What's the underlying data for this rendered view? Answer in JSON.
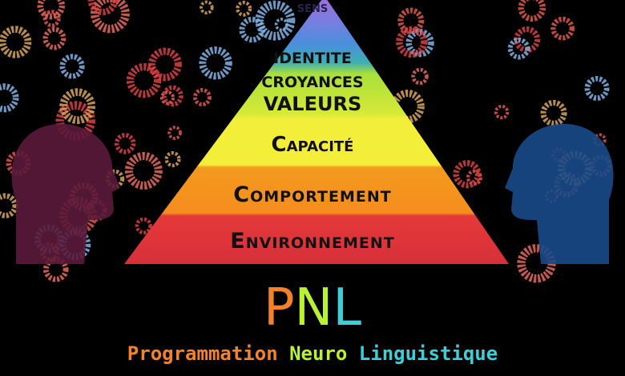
{
  "pyramid": {
    "levels": [
      {
        "label": "SENS",
        "color": "#9b6fd6"
      },
      {
        "label": "IDENTITE",
        "color": "#4aa3d8"
      },
      {
        "label": "CROYANCES",
        "color": "#b7e23a"
      },
      {
        "label": "VALEURS",
        "color": "#b7e23a"
      },
      {
        "label": "Capacité",
        "color": "#f3ee3a"
      },
      {
        "label": "Comportement",
        "color": "#f39a1e"
      },
      {
        "label": "Environnement",
        "color": "#e4393a"
      }
    ]
  },
  "title": {
    "p": "P",
    "n": "N",
    "l": "L"
  },
  "subtitle": {
    "w1": "Programmation",
    "w2": "Neuro",
    "w3": "Linguistique"
  },
  "colors": {
    "orange": "#f5822a",
    "green": "#b8f230",
    "cyan": "#3ccfd6"
  }
}
